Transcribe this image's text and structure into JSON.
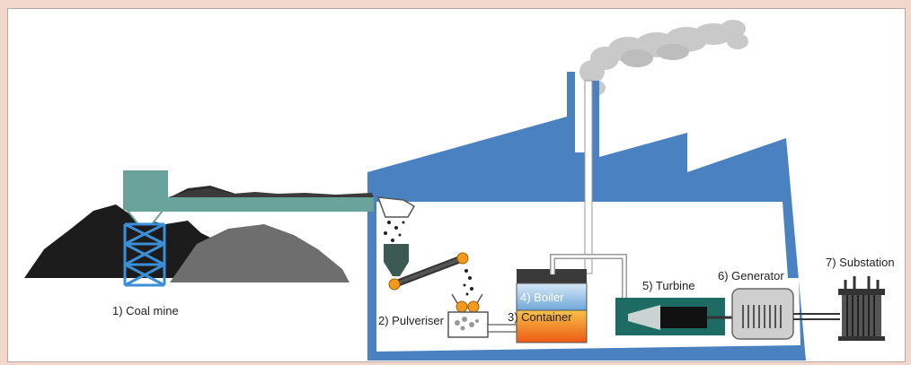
{
  "colors": {
    "frame_background": "#f2d8cc",
    "factory_blue": "#4a82c1",
    "conveyor_teal": "#6aa39b",
    "coal_dark": "#1c1c1c",
    "coal_grey": "#6e6e6e",
    "turbine_green": "#1d6b62",
    "boiler_blue": "#7fb0de",
    "fire_orange": "#f08a1c"
  },
  "labels": {
    "coal_mine": "1) Coal mine",
    "pulveriser": "2) Pulveriser",
    "container": "3) Container",
    "boiler": "4) Boiler",
    "turbine": "5) Turbine",
    "generator": "6) Generator",
    "substation": "7) Substation"
  }
}
